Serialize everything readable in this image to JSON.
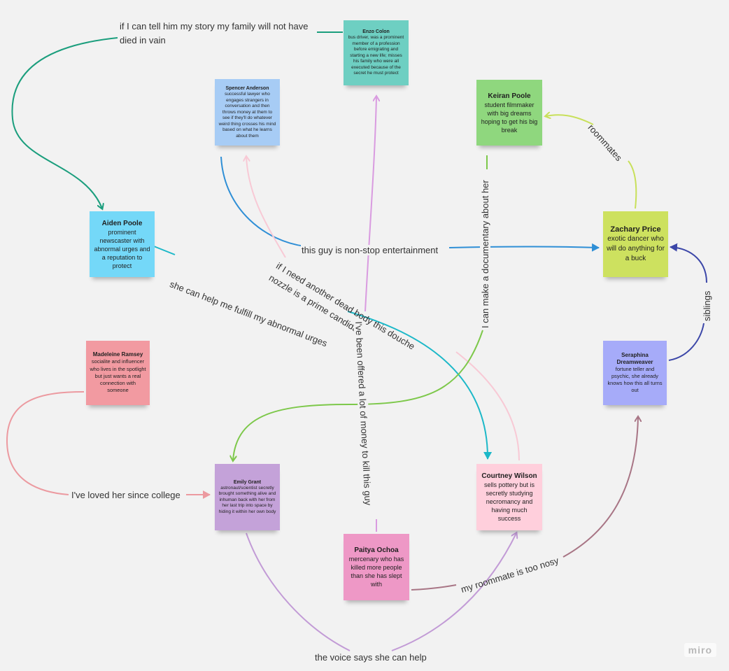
{
  "board": {
    "watermark": "miro",
    "notes": {
      "enzo": {
        "name": "Enzo Colon",
        "desc": "bus driver, was a prominent member of a profession before emigrating and starting a new life; misses his family who were all executed because of the secret he must protect",
        "color": "#6ecfc2"
      },
      "spencer": {
        "name": "Spencer Anderson",
        "desc": "successful lawyer who engages strangers in conversation and then throws money at them to see if they'll do whatever weird thing crosses his mind based on what he learns about them",
        "color": "#a7ccf5"
      },
      "keiran": {
        "name": "Keiran Poole",
        "desc": "student filmmaker with big dreams hoping to get his big break",
        "color": "#8fd77e"
      },
      "aiden": {
        "name": "Aiden Poole",
        "desc": "prominent newscaster with abnormal urges and a reputation to protect",
        "color": "#74d8f8"
      },
      "zachary": {
        "name": "Zachary Price",
        "desc": "exotic dancer who will do anything for a buck",
        "color": "#cde15f"
      },
      "madeleine": {
        "name": "Madeleine Ramsey",
        "desc": "socialite and influencer who lives in the spotlight but just wants a real connection with someone",
        "color": "#f29aa1"
      },
      "seraphina": {
        "name": "Seraphina Dreamweaver",
        "desc": "fortune teller and psychic, she already knows how this all turns out",
        "color": "#a6abf9"
      },
      "emily": {
        "name": "Emily Grant",
        "desc": "astronaut/scientist secretly brought something alive and inhuman back with her from her last trip into space by hiding it within her own body",
        "color": "#c4a2d9"
      },
      "courtney": {
        "name": "Courtney Wilson",
        "desc": "sells pottery but is secretly studying necromancy and having much success",
        "color": "#ffcfdc"
      },
      "paitya": {
        "name": "Paitya Ochoa",
        "desc": "mercenary who has killed more people than she has slept with",
        "color": "#ee98c6"
      }
    },
    "edges": {
      "enzo_aiden": "if I can tell him my story my family will not have died in vain",
      "spencer_zachary": "this guy is non-stop entertainment",
      "aiden_courtney": "she can help me fulfill my abnormal urges",
      "courtney_spencer": "if I need another dead body this douche nozzle is a prime candidate",
      "paitya_enzo": "I've been offered a lot of money to kill this guy",
      "keiran_emily": "I can make a documentary about her",
      "zachary_keiran": "roommates",
      "seraphina_zachary": "siblings",
      "madeleine_emily": "I've loved her since college",
      "paitya_seraphina": "my roommate is too nosy",
      "emily_courtney": "the voice says she can help"
    },
    "edge_colors": {
      "teal": "#1b9e7d",
      "blue": "#2f8fd6",
      "cyan": "#1cb8c8",
      "pink_light": "#f8c9d5",
      "violet": "#d99be0",
      "green": "#7dc84a",
      "lime": "#c8e05a",
      "navy": "#3c47a8",
      "coral": "#ec9aa0",
      "mauve": "#a87585",
      "purple": "#c29bd6"
    }
  }
}
